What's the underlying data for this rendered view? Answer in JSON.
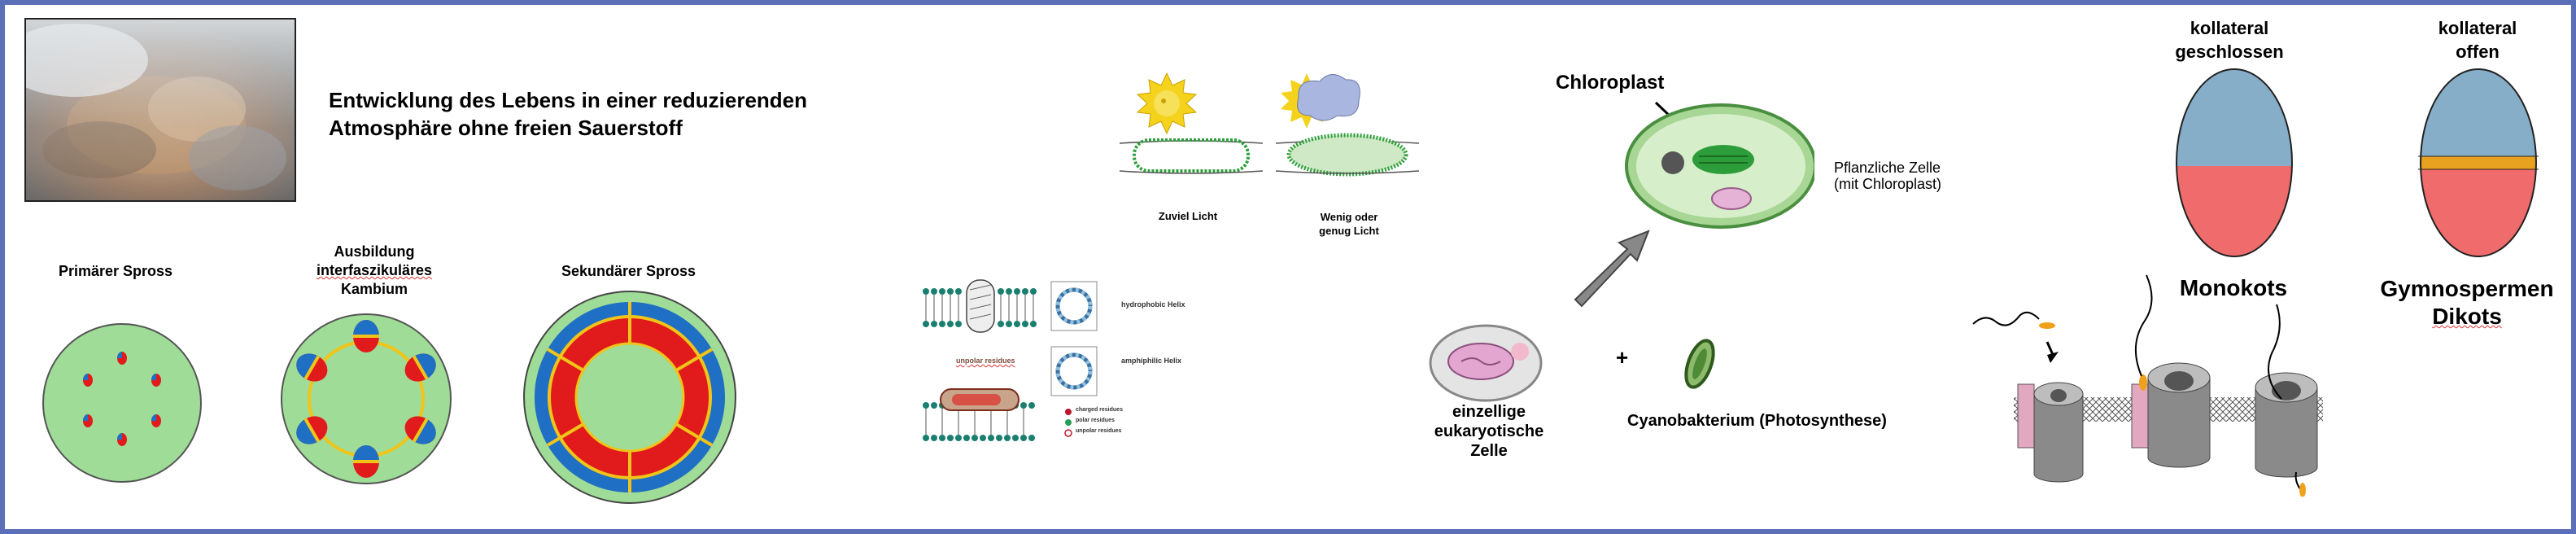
{
  "top_left": {
    "title_line1": "Entwicklung des Lebens in einer reduzierenden",
    "title_line2": "Atmosphäre ohne freien Sauerstoff"
  },
  "stem": {
    "primary_label": "Primärer Spross",
    "cambium_line1": "Ausbildung",
    "cambium_line2": "interfaszikuläres",
    "cambium_line3": "Kambium",
    "secondary_label": "Sekundärer Spross"
  },
  "light": {
    "too_much": "Zuviel Licht",
    "little_line1": "Wenig oder",
    "little_line2": "genug Licht"
  },
  "helix": {
    "hydrophobic": "hydrophobic Helix",
    "unpolar_residues": "unpolar residues",
    "amphiphilic": "amphiphilic Helix",
    "legend_charged": "charged residues",
    "legend_polar": "polar residues",
    "legend_unpolar": "unpolar residues"
  },
  "endosymbiosis": {
    "chloroplast": "Chloroplast",
    "plant_cell_line1": "Pflanzliche Zelle",
    "plant_cell_line2": "(mit Chloroplast)",
    "plus": "+",
    "euk_line1": "einzellige",
    "euk_line2": "eukaryotische",
    "euk_line3": "Zelle",
    "cyano": "Cyanobakterium (Photosynthese)"
  },
  "bundles": {
    "closed_line1": "kollateral",
    "closed_line2": "geschlossen",
    "open_line1": "kollateral",
    "open_line2": "offen",
    "monokots": "Monokots",
    "gymno": "Gymnospermen",
    "dikots": "Dikots"
  },
  "colors": {
    "frame": "#5a6fb8",
    "stem_green": "#9fdc97",
    "xylem_red": "#e11b1b",
    "phloem_blue": "#1f6fc4",
    "cambium_yellow": "#f0c419",
    "bundle_blue": "#86aec9",
    "bundle_red": "#f06b6b",
    "bundle_orange": "#e8a21f"
  }
}
